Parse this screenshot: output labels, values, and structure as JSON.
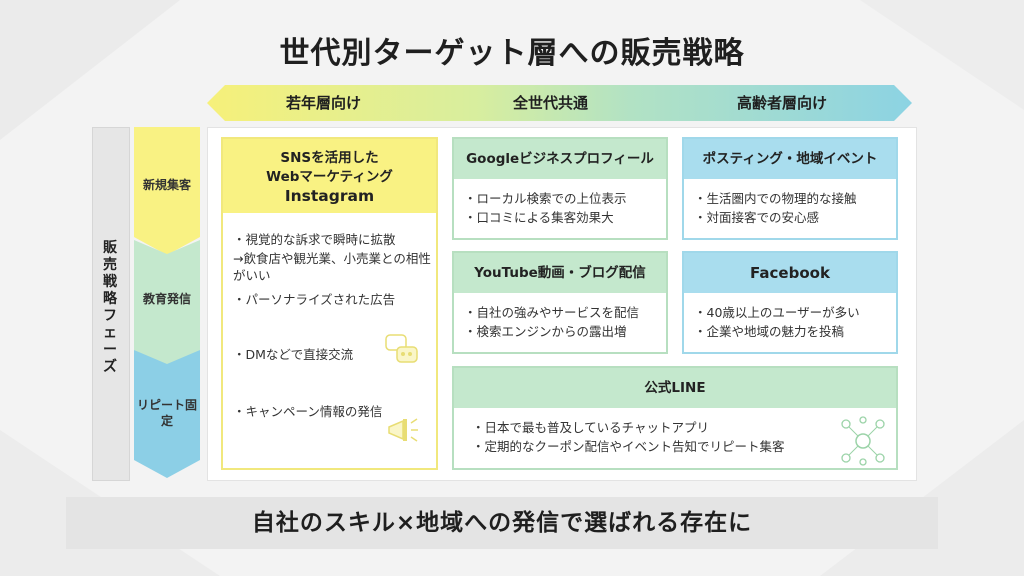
{
  "title": "世代別ターゲット層への販売戦略",
  "band": {
    "left": "若年層向け",
    "center": "全世代共通",
    "right": "高齢者層向け"
  },
  "phase_label": "販売戦略フェーズ",
  "phases": {
    "p1": "新規集客",
    "p2": "教育発信",
    "p3": "リピート固定"
  },
  "colors": {
    "yellow": "#f9f283",
    "green": "#c4e8cd",
    "blue": "#a9ddee"
  },
  "instagram": {
    "head1": "SNSを活用した",
    "head2": "Webマーケティング",
    "head3": "Instagram",
    "l1": "・視覚的な訴求で瞬時に拡散",
    "l2": "→飲食店や観光業、小売業との相性がいい",
    "l3": "・パーソナライズされた広告",
    "l4": "・DMなどで直接交流",
    "l5": "・キャンペーン情報の発信"
  },
  "google": {
    "head": "Googleビジネスプロフィール",
    "l1": "・ローカル検索での上位表示",
    "l2": "・口コミによる集客効果大"
  },
  "posting": {
    "head": "ポスティング・地域イベント",
    "l1": "・生活圏内での物理的な接触",
    "l2": "・対面接客での安心感"
  },
  "youtube": {
    "head": "YouTube動画・ブログ配信",
    "l1": "・自社の強みやサービスを配信",
    "l2": "・検索エンジンからの露出増"
  },
  "facebook": {
    "head": "Facebook",
    "l1": "・40歳以上のユーザーが多い",
    "l2": "・企業や地域の魅力を投稿"
  },
  "line": {
    "head": "公式LINE",
    "l1": "・日本で最も普及しているチャットアプリ",
    "l2": "・定期的なクーポン配信やイベント告知でリピート集客"
  },
  "bottom": "自社のスキル×地域への発信で選ばれる存在に"
}
